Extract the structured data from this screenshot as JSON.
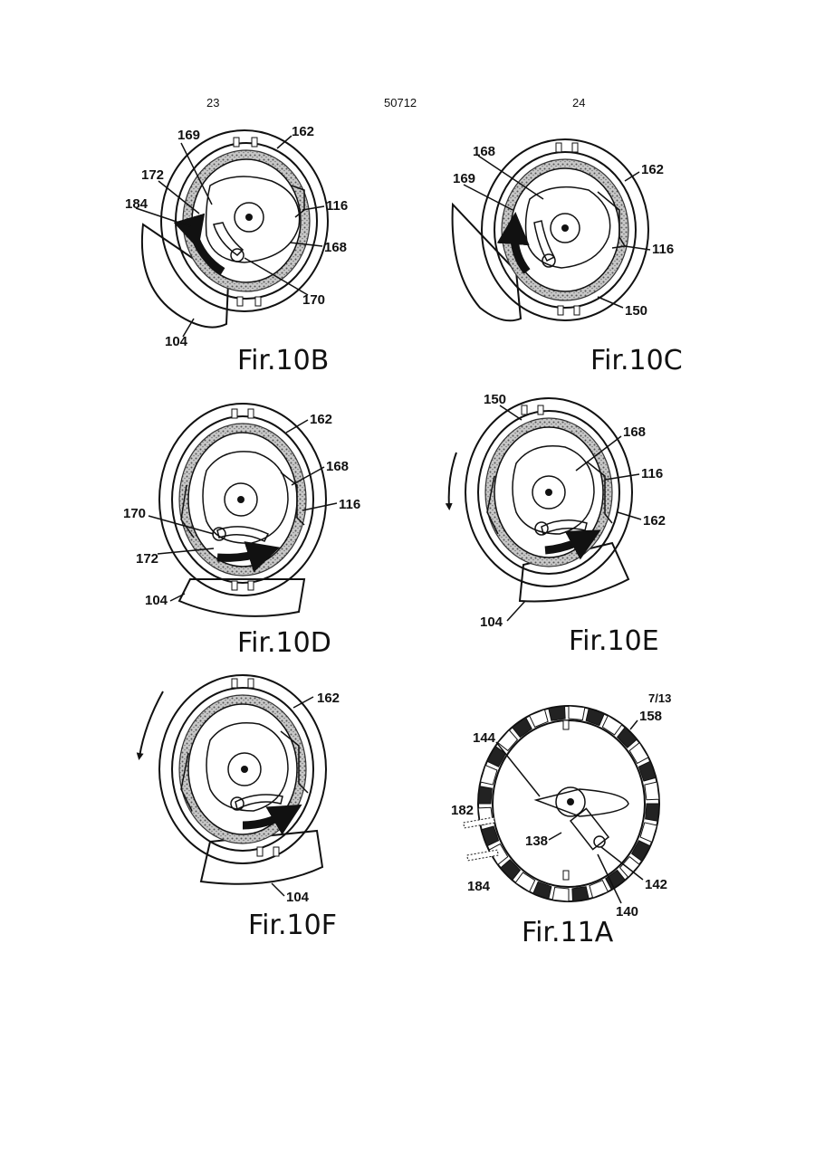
{
  "header": {
    "left_page": "23",
    "doc_number": "50712",
    "right_page": "24"
  },
  "figures": [
    {
      "id": "10B",
      "caption": "Fir.10B",
      "labels": [
        "169",
        "162",
        "172",
        "184",
        "116",
        "168",
        "170",
        "104"
      ]
    },
    {
      "id": "10C",
      "caption": "Fir.10C",
      "labels": [
        "168",
        "169",
        "162",
        "116",
        "150"
      ]
    },
    {
      "id": "10D",
      "caption": "Fir.10D",
      "labels": [
        "162",
        "168",
        "116",
        "170",
        "172",
        "104"
      ]
    },
    {
      "id": "10E",
      "caption": "Fir.10E",
      "labels": [
        "150",
        "168",
        "116",
        "162",
        "104"
      ]
    },
    {
      "id": "10F",
      "caption": "Fir.10F",
      "labels": [
        "162",
        "104"
      ]
    },
    {
      "id": "11A",
      "caption": "Fir.11A",
      "labels": [
        "7/13",
        "158",
        "144",
        "182",
        "138",
        "184",
        "142",
        "140"
      ]
    }
  ]
}
